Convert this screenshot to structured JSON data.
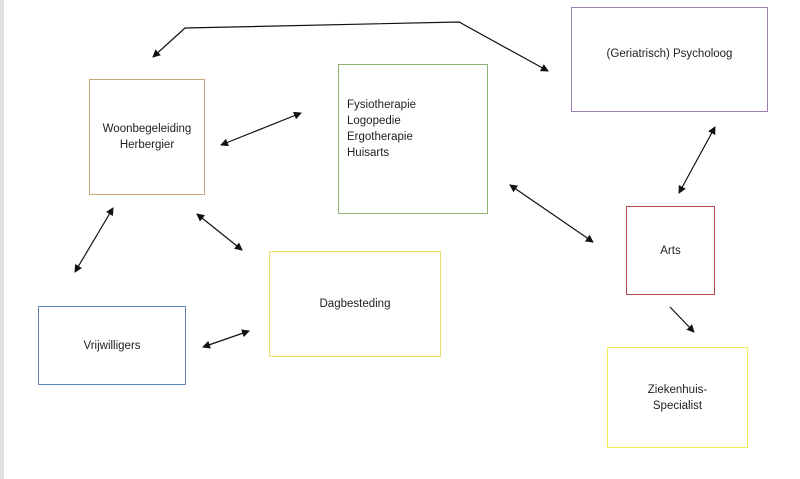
{
  "nodes": {
    "woonbegeleiding": {
      "lines": [
        "Woonbegeleiding",
        "Herbergier"
      ],
      "color": "#c9a77a"
    },
    "paramedisch": {
      "lines": [
        "Fysiotherapie",
        "Logopedie",
        "Ergotherapie",
        "Huisarts"
      ],
      "color": "#8fb174"
    },
    "psycholoog": {
      "lines": [
        "(Geriatrisch) Psycholoog"
      ],
      "color": "#9b7fb5"
    },
    "arts": {
      "lines": [
        "Arts"
      ],
      "color": "#b5474d"
    },
    "ziekenhuis": {
      "lines": [
        "Ziekenhuis-",
        "Specialist"
      ],
      "color": "#f0ec5a"
    },
    "dagbesteding": {
      "lines": [
        "Dagbesteding"
      ],
      "color": "#e8df6c"
    },
    "vrijwilligers": {
      "lines": [
        "Vrijwilligers"
      ],
      "color": "#5b86b8"
    }
  }
}
